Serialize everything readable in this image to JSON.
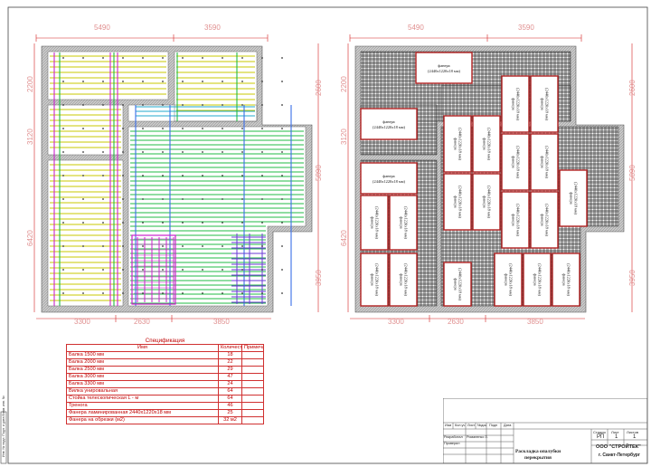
{
  "dims": {
    "left_plan": {
      "top": [
        "5490",
        "3590"
      ],
      "bottom": [
        "3300",
        "2630",
        "3850"
      ],
      "left": [
        "2200",
        "3120",
        "6420"
      ],
      "right": [
        "2600",
        "5890",
        "3950"
      ]
    },
    "right_plan": {
      "top": [
        "5490",
        "3590"
      ],
      "bottom": [
        "3300",
        "2630",
        "3850"
      ],
      "left": [
        "2200",
        "3120",
        "6420"
      ],
      "right": [
        "2600",
        "5890",
        "3950"
      ]
    }
  },
  "plywood": {
    "label": "фанера",
    "size": "(2440х1220х18 мм)"
  },
  "spec": {
    "title": "Спецификация",
    "headers": [
      "Имя",
      "Количество",
      "Примечание"
    ],
    "rows": [
      {
        "name": "Балка 1500 мм",
        "qty": "18",
        "note": ""
      },
      {
        "name": "Балка 2000 мм",
        "qty": "22",
        "note": ""
      },
      {
        "name": "Балка 2500 мм",
        "qty": "29",
        "note": ""
      },
      {
        "name": "Балка 3000 мм",
        "qty": "47",
        "note": ""
      },
      {
        "name": "Балка 3300 мм",
        "qty": "24",
        "note": ""
      },
      {
        "name": "Вилка унировальная",
        "qty": "64",
        "note": ""
      },
      {
        "name": "Стойка телескопическая L - м",
        "qty": "64",
        "note": ""
      },
      {
        "name": "Тренога",
        "qty": "46",
        "note": ""
      },
      {
        "name": "Фанера ламинированная 2440х1220х18 мм",
        "qty": "25",
        "note": ""
      },
      {
        "name": "Фанера на обрезки (м2)",
        "qty": "32 м2",
        "note": ""
      }
    ]
  },
  "stamp": {
    "cols": [
      "Изм",
      "Кол.уч",
      "Лист",
      "№док",
      "Подп",
      "Дата"
    ],
    "developed": "Разработал",
    "developer": "Романенко З.",
    "checked": "Проверил",
    "title_line1": "Раскладка опалубки",
    "title_line2": "перекрытия",
    "stage_label": "Стадия",
    "sheet_label": "Лист",
    "sheets_label": "Листов",
    "stage": "РП",
    "sheet": "1",
    "sheets": "1",
    "org": "ООО \"СТРОЙТЕК\"",
    "city": "г. Санкт-Петербург"
  },
  "side_strip": "Инв. № подл.    Подп. и дата    Взам. инв. №",
  "colors": {
    "dim": "#d52020",
    "wall": "#9a9a9a",
    "beam_yellow": "#c8c800",
    "beam_green": "#22bb44",
    "beam_magenta": "#cc22cc",
    "beam_blue": "#3a6ee8",
    "beam_cyan": "#22aacc",
    "panel_border": "#b02020",
    "hatch": "#222222"
  }
}
